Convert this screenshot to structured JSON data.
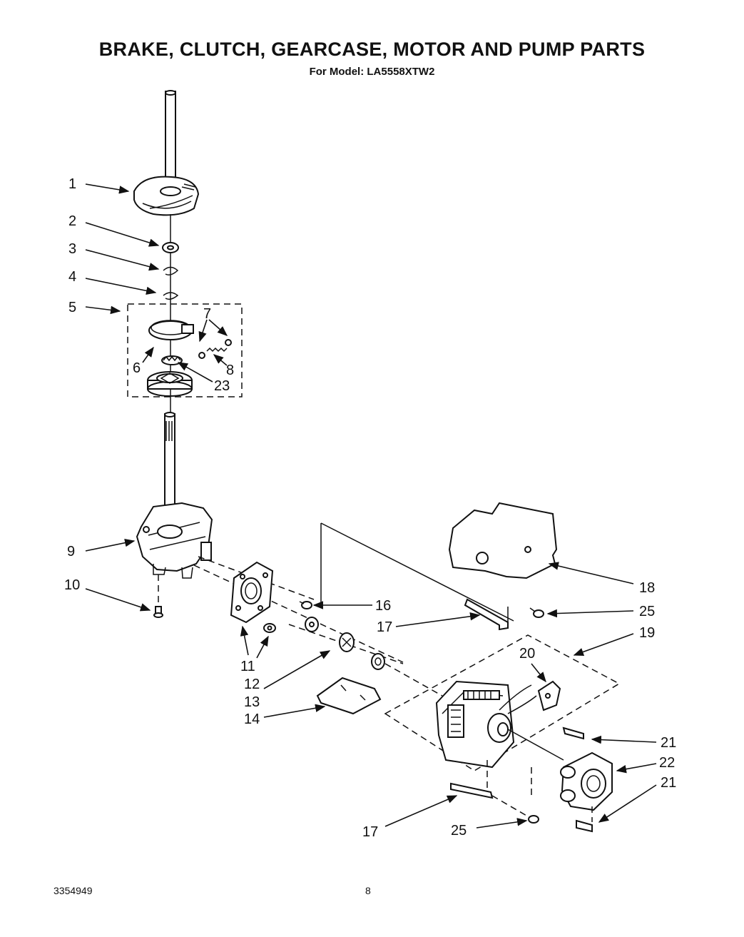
{
  "header": {
    "title": "BRAKE, CLUTCH, GEARCASE, MOTOR AND PUMP PARTS",
    "subtitle": "For Model: LA5558XTW2"
  },
  "footer": {
    "doc_number": "3354949",
    "page_number": "8"
  },
  "callouts": {
    "c1": "1",
    "c2": "2",
    "c3": "3",
    "c4": "4",
    "c5": "5",
    "c6": "6",
    "c7": "7",
    "c8": "8",
    "c23": "23",
    "c9": "9",
    "c10": "10",
    "c11": "11",
    "c12": "12",
    "c13": "13",
    "c14": "14",
    "c16": "16",
    "c17a": "17",
    "c17b": "17",
    "c18": "18",
    "c19": "19",
    "c20": "20",
    "c21a": "21",
    "c21b": "21",
    "c22": "22",
    "c25a": "25",
    "c25b": "25"
  }
}
